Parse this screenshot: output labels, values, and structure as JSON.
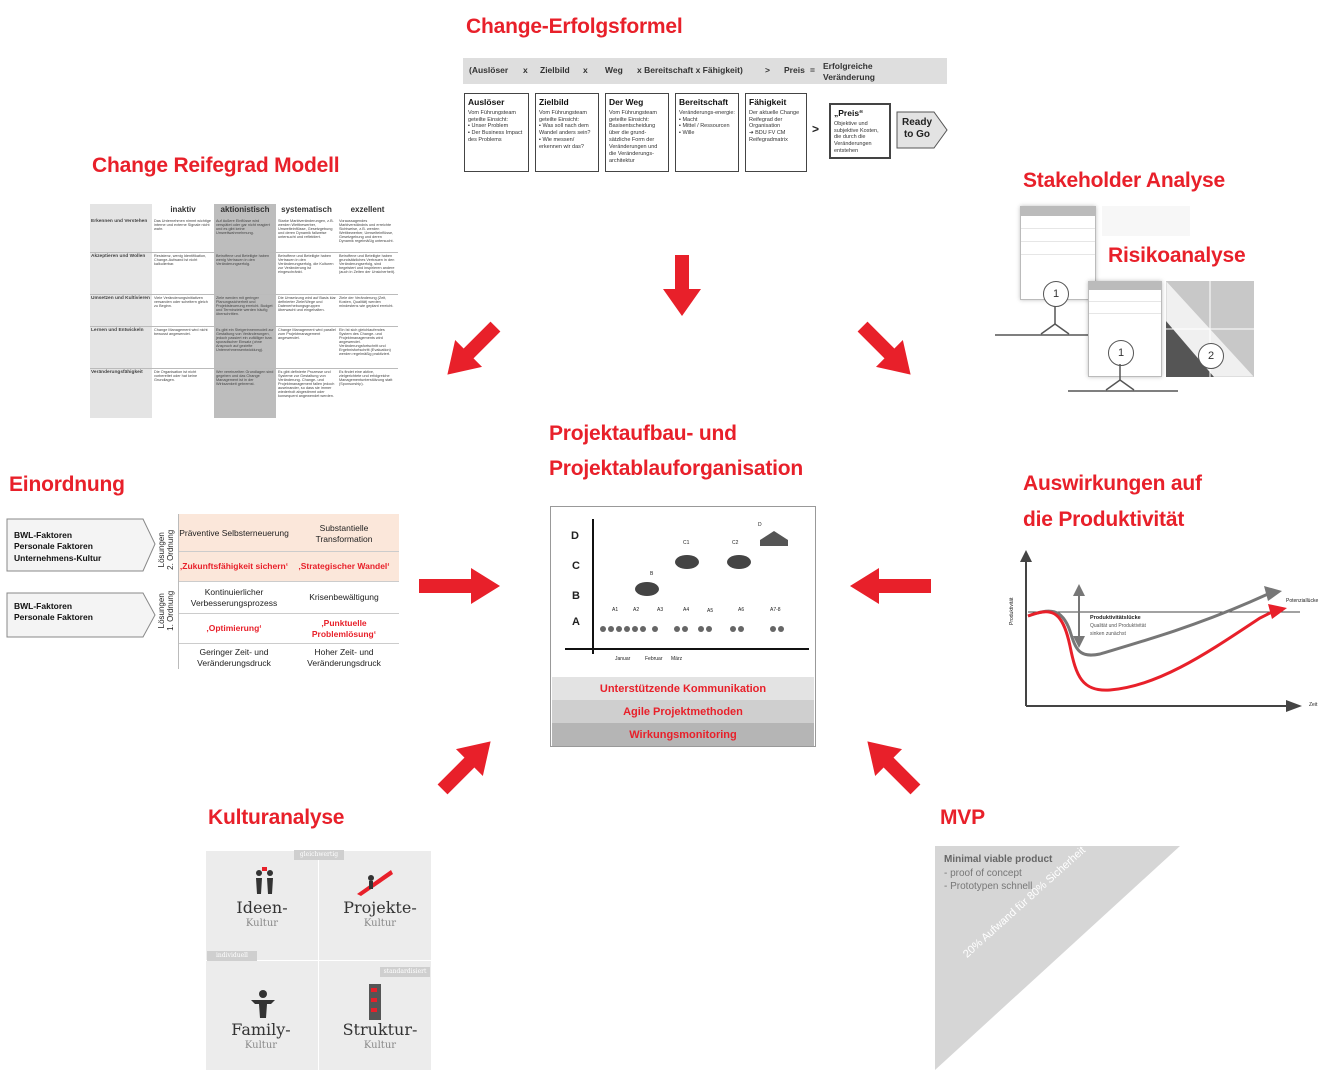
{
  "titles": {
    "formula": "Change-Erfolgsformel",
    "maturity": "Change Reifegrad Modell",
    "stakeholder": "Stakeholder Analyse",
    "risk": "Risikoanalyse",
    "center_1": "Projektaufbau- und",
    "center_2": "Projektablauforganisation",
    "einordnung": "Einordnung",
    "productivity_1": "Auswirkungen auf",
    "productivity_2": "die Produktivität",
    "culture": "Kulturanalyse",
    "mvp": "MVP"
  },
  "formula": {
    "bar": {
      "open": "(Auslöser",
      "x1": "x",
      "zielbild": "Zielbild",
      "x2": "x",
      "weg": "Weg",
      "rest": "x Bereitschaft x Fähigkeit)",
      "gt": ">",
      "preis": "Preis",
      "eq": "=",
      "result_1": "Erfolgreiche",
      "result_2": "Veränderung"
    },
    "boxes": [
      {
        "head": "Auslöser",
        "text": "Vom Führungsteam geteilte Einsicht:",
        "bullets": "▪ Unser Problem\n▪ Der Business Impact des Problems"
      },
      {
        "head": "Zielbild",
        "text": "Vom Führungsteam geteilte Einsicht:",
        "bullets": "▪ Was soll nach dem Wandel anders sein?\n▪ Wie messen/ erkennen wir das?"
      },
      {
        "head": "Der Weg",
        "text": "Vom Führungsteam geteilte Einsicht: Basisentscheidung über die grund-sätzliche Form der Veränderungen und die Veränderungs-architektur",
        "bullets": ""
      },
      {
        "head": "Bereitschaft",
        "text": "Veränderungs-energie:",
        "bullets": "▪ Macht\n▪ Mittel / Ressourcen\n▪ Wille"
      },
      {
        "head": "Fähigkeit",
        "text": "Der aktuelle Change Reifegrad der Organisation",
        "bullets": "➔ BDU FV CM Reifegradmatrix"
      }
    ],
    "gt": ">",
    "preis_head": "„Preis“",
    "preis_text": "Objektive und subjektive Kosten, die durch die Veränderungen entstehen",
    "ready": "Ready to Go"
  },
  "maturity": {
    "columns": [
      "inaktiv",
      "aktionistisch",
      "systematisch",
      "exzellent"
    ],
    "rows": [
      {
        "label": "Erkennen und Verstehen",
        "cells": [
          "Das Unternehmen nimmt wichtige interne und externe Signale nicht wahr.",
          "Auf äußere Einflüsse wird verspätet oder gar nicht reagiert und es gibt keine Umweltwahrnehmung.",
          "Starke Marktveränderungen, z.B. werden Wettbewerber, Umwelteinflüsse, Gesetzgebung und deren Dynamik fallweise untersucht und reflektiert.",
          "Voraussagendes Marktverständnis und erreichte Sichtweise, z.B. werden Wettbewerber, Umwelteinflüsse, Gesetzgebung und deren Dynamik regelmäßig untersucht."
        ]
      },
      {
        "label": "Akzeptieren und Wollen",
        "cells": [
          "Resistenz, wenig Identifikation, Change-Aufwand ist nicht kalkulierbar.",
          "Betroffene und Beteiligte haben wenig Vertrauen in den Veränderungserfolg.",
          "Betroffene und Beteiligte haben Vertrauen in den Veränderungserfolg, die Kulturen zur Veränderung ist eingeschränkt.",
          "Betroffene und Beteiligte haben grundsätzliches Vertrauen in den Veränderungserfolg, sind begeistert und inspirieren andere (auch in Zeiten der Unsicherheit)."
        ]
      },
      {
        "label": "Umsetzen und Kultivieren",
        "cells": [
          "Viele Veränderungsinitiativen versanden oder scheitern gleich zu Beginn.",
          "Ziele werden mit geringer Planungssicherheit und Projektsteuerung erreicht. Budget und Terminziele werden häufig überschritten.",
          "Die Umsetzung wird auf Basis klar definierter Ziele/Wege und Datenerhebungsgruppen überwacht und eingehalten.",
          "Ziele der Veränderung (Zeit, Kosten, Qualität) werden mindestens wie geplant erreicht."
        ]
      },
      {
        "label": "Lernen und Entwickeln",
        "cells": [
          "Change Management wird nicht bewusst angewendet.",
          "Es gibt ein Steigerinnenmodell zur Gestaltung von Veränderungen, jedoch passiert ein zufälliger bzw. sporadischer Einsatz (ohne Anspruch auf gezielte Unternehmensentwicklung).",
          "Change Management wird parallel zum Projektmanagement angewendet.",
          "Ein Ist sich gleichlaufendes System des Change- und Projektmanagements wird angewendet. Veränderungsfortschritt und Ergebnisfortschritt (Evaluation) werden regelmäßig praktiziert."
        ]
      },
      {
        "label": "Veränderungsfähigkeit",
        "cells": [
          "Die Organisation ist nicht vorbereitet oder hat keine Grundlagen.",
          "Wer vereinzelten Grundlagen sind gegeben und das Change Management ist in der Wirksamkeit gebremst.",
          "Es gibt definierte Prozesse und Systeme zur Gestaltung von Veränderung. Change- und Projektmanagement fallen jedoch auseinander, so dass sie immer wiederholt abgestimmt oder konsequent angewendet werden.",
          "Es findet eine aktive, zielgerichtete und erfolgreiche Managementunterstützung statt (Sponsorship)."
        ]
      }
    ]
  },
  "stakeholder": {
    "circle_1": "1",
    "circle_back": "1",
    "circle_2": "2"
  },
  "einordnung": {
    "left_1": "BWL-Faktoren\nPersonale Faktoren\nUnternehmens-Kultur",
    "left_2": "BWL-Faktoren\nPersonale Faktoren",
    "vert_2": "Lösungen\n2. Ordnung",
    "vert_1": "Lösungen\n1. Ordnung",
    "c11": "Präventive Selbsterneuerung",
    "c12": "Substantielle\nTransformation",
    "c21": "‚Zukunftsfähigkeit sichern‘",
    "c22": "‚Strategischer Wandel‘",
    "c31": "Kontinuierlicher\nVerbesserungsprozess",
    "c32": "Krisenbewältigung",
    "c41": "‚Optimierung‘",
    "c42": "‚Punktuelle\nProblemlösung‘",
    "c51": "Geringer Zeit- und\nVeränderungsdruck",
    "c52": "Hoher Zeit- und\nVeränderungsdruck"
  },
  "center_chart": {
    "y_labels": [
      "D",
      "C",
      "B",
      "A"
    ],
    "top_labels": [
      "B",
      "C1",
      "C2",
      "D"
    ],
    "a_labels": [
      "A1",
      "A2",
      "A3",
      "A4",
      "A5",
      "A6",
      "A7-8"
    ],
    "months": [
      "Januar",
      "Februar",
      "März"
    ],
    "band_1": "Unterstützende Kommunikation",
    "band_2": "Agile Projektmethoden",
    "band_3": "Wirkungsmonitoring"
  },
  "productivity": {
    "y_axis": "Produktivität",
    "x_axis": "Zeit",
    "gap": "Potenziallücke",
    "dip_head": "Produktivitätslücke",
    "dip_text_1": "Qualität und Produktivität",
    "dip_text_2": "sinken zunächst"
  },
  "culture": {
    "top": "gleichwertig",
    "left": "individuell",
    "right": "standardisiert",
    "q1_a": "Ideen-",
    "q1_b": "Kultur",
    "q2_a": "Projekte-",
    "q2_b": "Kultur",
    "q3_a": "Family-",
    "q3_b": "Kultur",
    "q4_a": "Struktur-",
    "q4_b": "Kultur"
  },
  "mvp": {
    "head": "Minimal viable product",
    "line_1": "- proof of concept",
    "line_2": "- Prototypen schnell",
    "diag": "20% Aufwand für 80% Sicherheit"
  },
  "colors": {
    "accent": "#e8202a",
    "grey": "#d9d9d9"
  }
}
